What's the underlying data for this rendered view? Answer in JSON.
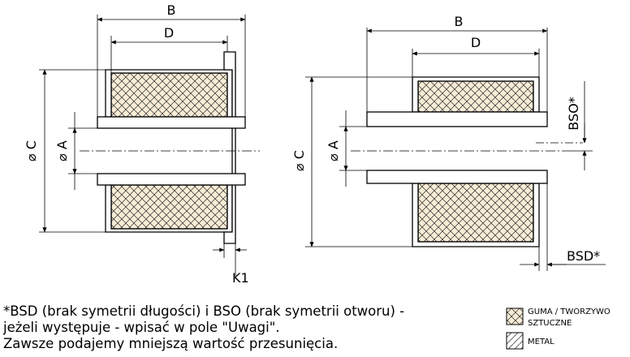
{
  "labels": {
    "left": {
      "B": "B",
      "D": "D",
      "C": "⌀ C",
      "A": "⌀ A",
      "K1": "K1"
    },
    "right": {
      "B": "B",
      "D": "D",
      "C": "⌀ C",
      "A": "⌀ A",
      "BSO": "BSO*",
      "BSD": "BSD*"
    }
  },
  "notes": {
    "line1": "*BSD (brak symetrii długości) i BSO (brak symetrii otworu) -",
    "line2": "jeżeli występuje - wpisać w pole \"Uwagi\".",
    "line3": "Zawsze podajemy mniejszą wartość przesunięcia."
  },
  "legend": {
    "rubber_line1": "GUMA / TWORZYWO",
    "rubber_line2": "SZTUCZNE",
    "metal": "METAL"
  }
}
